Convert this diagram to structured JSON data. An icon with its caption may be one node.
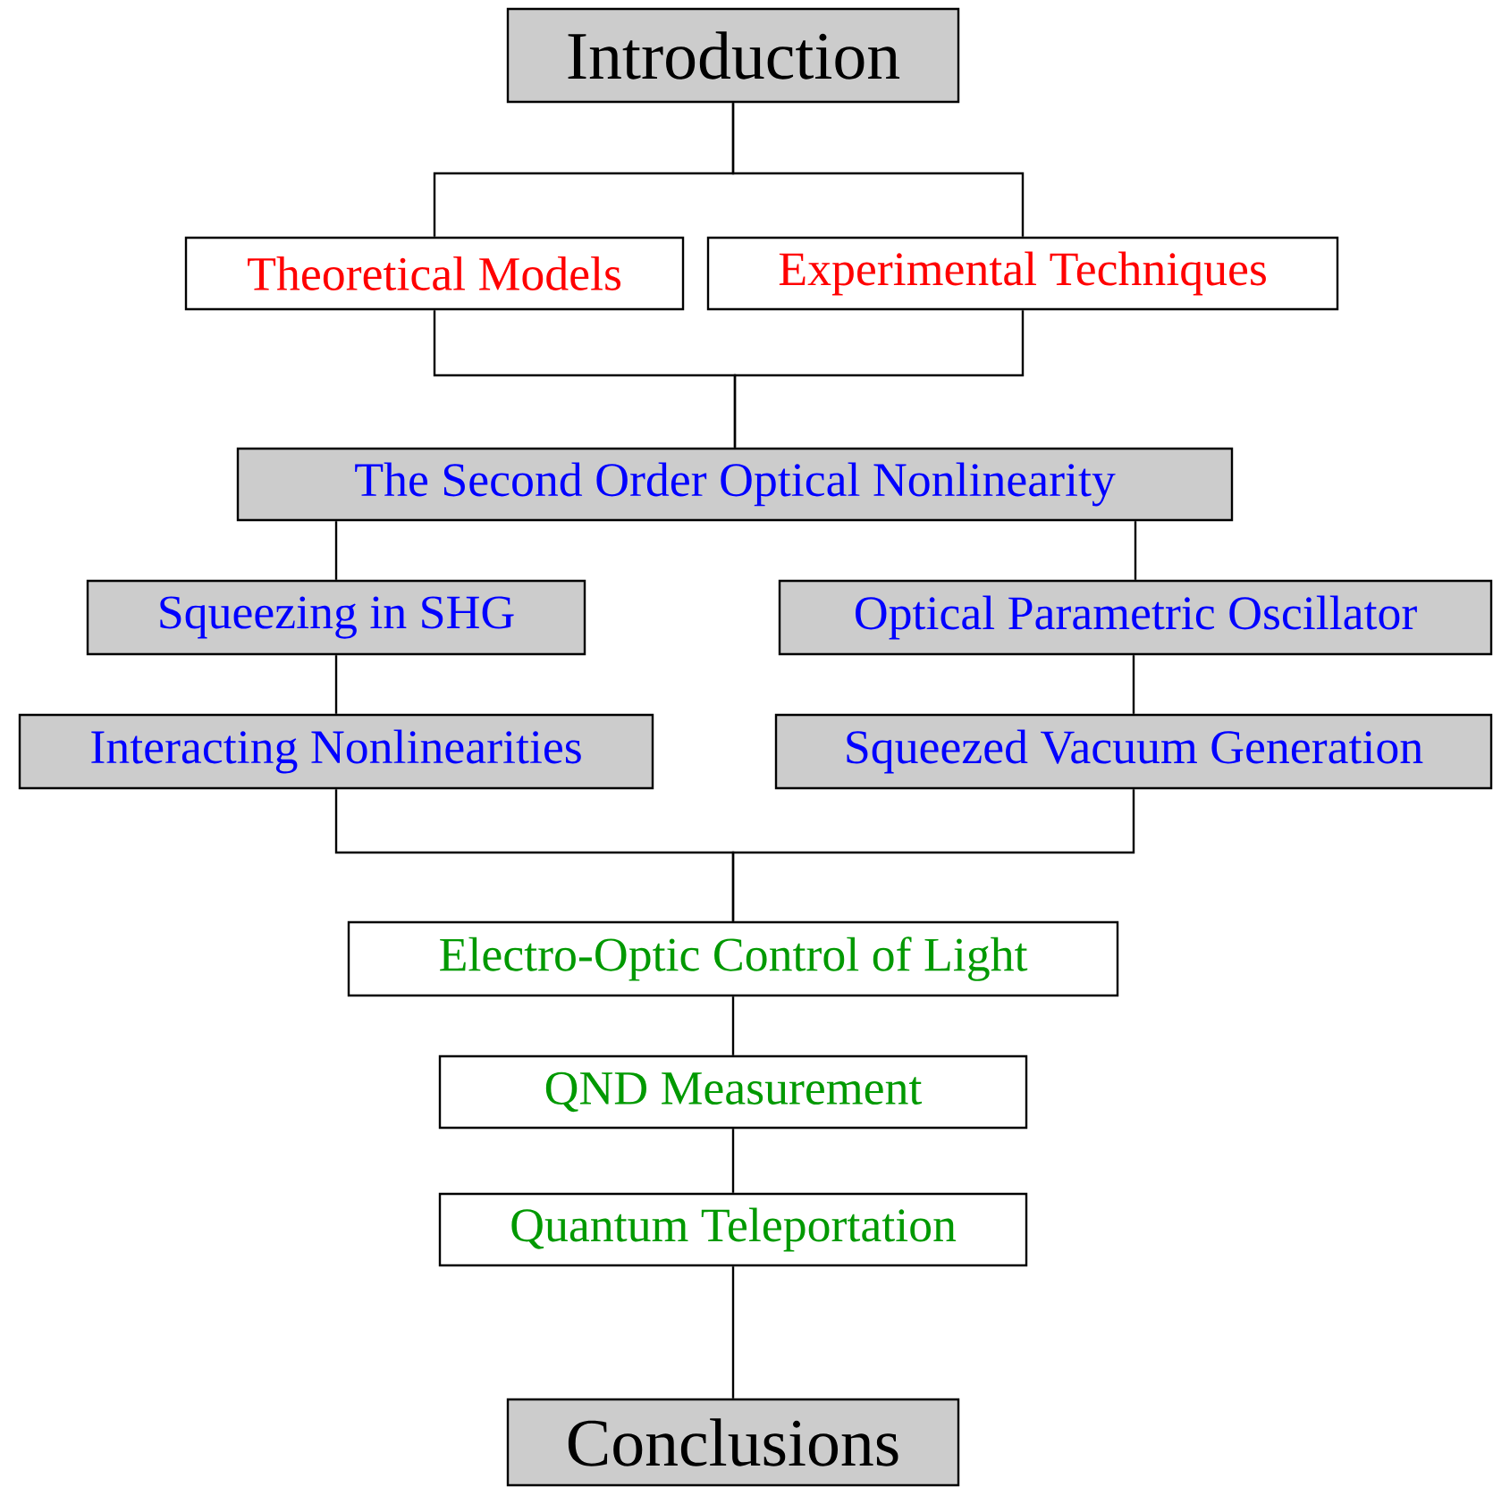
{
  "diagram": {
    "nodes": [
      {
        "text": [
          "Introduction"
        ]
      },
      {
        "text": [
          "Theoretical Models"
        ]
      },
      {
        "text": [
          "Experimental Techniques"
        ]
      },
      {
        "text": [
          "The Second Order Optical Nonlinearity"
        ]
      },
      {
        "text": [
          "Squeezing in SHG"
        ]
      },
      {
        "text": [
          "Optical Parametric Oscillator"
        ]
      },
      {
        "text": [
          "Interacting Nonlinearities"
        ]
      },
      {
        "text": [
          "Squeezed Vacuum Generation"
        ]
      },
      {
        "text": [
          "Electro-Optic Control of Light"
        ]
      },
      {
        "text": [
          "QND Measurement"
        ]
      },
      {
        "text": [
          "Quantum Teleportation"
        ]
      },
      {
        "text": [
          "Conclusions"
        ]
      }
    ],
    "edges": [
      {
        "from": 0,
        "to": 1,
        "arrow": "none"
      },
      {
        "from": 0,
        "to": 2,
        "arrow": "none"
      },
      {
        "from": 1,
        "to": 3,
        "arrow": "none"
      },
      {
        "from": 2,
        "to": 3,
        "arrow": "none"
      },
      {
        "from": 3,
        "to": 4,
        "arrow": "none"
      },
      {
        "from": 3,
        "to": 5,
        "arrow": "none"
      },
      {
        "from": 4,
        "to": 6,
        "arrow": "none"
      },
      {
        "from": 5,
        "to": 7,
        "arrow": "none"
      },
      {
        "from": 6,
        "to": 8,
        "arrow": "none"
      },
      {
        "from": 7,
        "to": 8,
        "arrow": "none"
      },
      {
        "from": 8,
        "to": 9,
        "arrow": "none"
      },
      {
        "from": 9,
        "to": 10,
        "arrow": "none"
      },
      {
        "from": 10,
        "to": 11,
        "arrow": "none"
      }
    ]
  }
}
